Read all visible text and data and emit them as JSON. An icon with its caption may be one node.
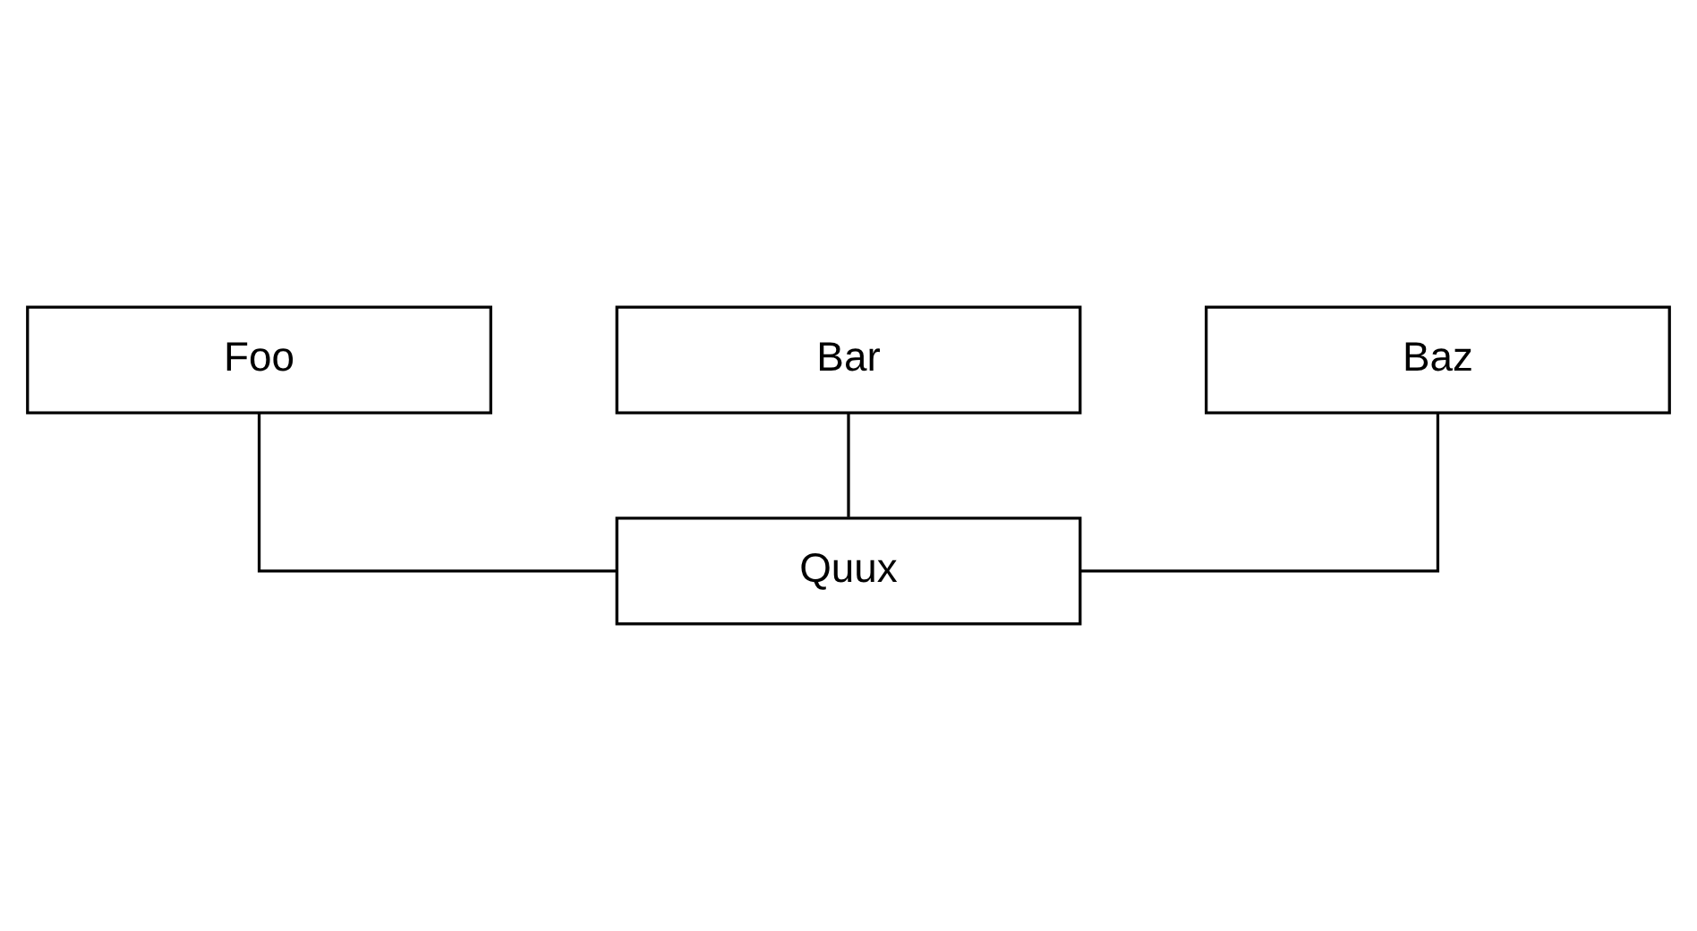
{
  "diagram": {
    "nodes": [
      {
        "text": [
          "Foo"
        ]
      },
      {
        "text": [
          "Bar"
        ]
      },
      {
        "text": [
          "Baz"
        ]
      },
      {
        "text": [
          "Quux"
        ]
      }
    ],
    "edges": [
      {
        "from": 0,
        "to": 3,
        "arrow": "none"
      },
      {
        "from": 1,
        "to": 3,
        "arrow": "none"
      },
      {
        "from": 2,
        "to": 3,
        "arrow": "none"
      }
    ]
  }
}
